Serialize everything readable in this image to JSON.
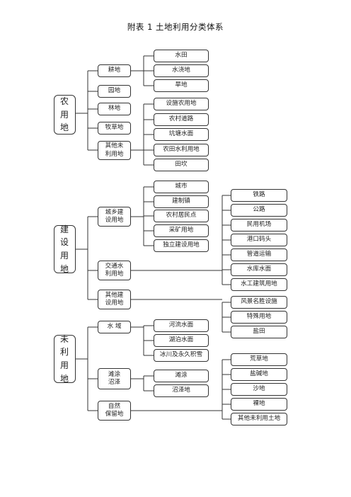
{
  "title": "附表 1 土地利用分类体系",
  "groups": [
    {
      "label": "农\n用\n地",
      "children": [
        {
          "label": "耕地",
          "items": [
            "水田",
            "水浇地",
            "旱地"
          ]
        },
        {
          "label": "园地",
          "items": []
        },
        {
          "label": "林地",
          "items": []
        },
        {
          "label": "牧草地",
          "items": []
        },
        {
          "label": "其他未\n利用地",
          "items": [
            "设施农用地",
            "农村道路",
            "坑塘水面",
            "农田水利用地",
            "田坎"
          ]
        }
      ]
    },
    {
      "label": "建\n设\n用\n地",
      "children": [
        {
          "label": "城乡建\n设用地",
          "items": [
            "城市",
            "建制镇",
            "农村居民点",
            "采矿用地",
            "独立建设用地"
          ]
        },
        {
          "label": "交通水\n利用地",
          "items": [
            "铁路",
            "公路",
            "民用机场",
            "港口码头",
            "管道运输",
            "水库水面",
            "水工建筑用地"
          ]
        },
        {
          "label": "其他建\n设用地",
          "items": [
            "风景名胜设施",
            "特殊用地",
            "盐田"
          ]
        }
      ]
    },
    {
      "label": "未\n利\n用\n地",
      "children": [
        {
          "label": "水  域",
          "items": [
            "河流水面",
            "湖泊水面",
            "冰川及永久积雪"
          ]
        },
        {
          "label": "滩涂\n沼泽",
          "items": [
            "滩涂",
            "沼泽地"
          ]
        },
        {
          "label": "自然\n保留地",
          "items": [
            "荒草地",
            "盐碱地",
            "沙地",
            "裸地",
            "其他未利用土地"
          ]
        }
      ]
    }
  ]
}
